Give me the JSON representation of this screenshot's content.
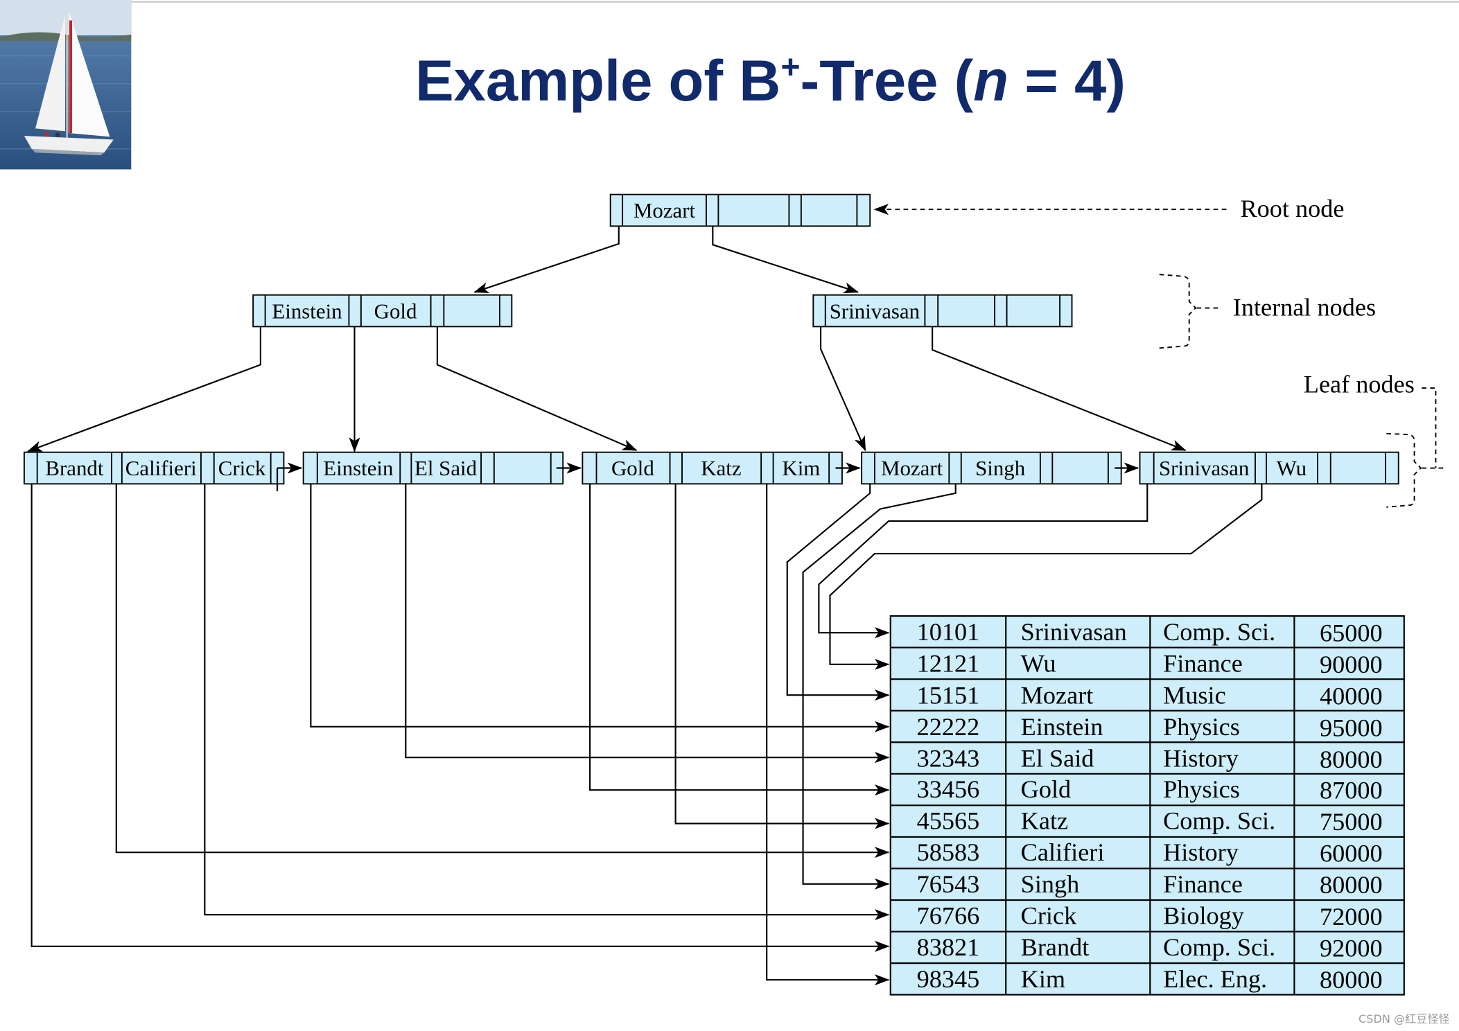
{
  "title": {
    "prefix": "Example of B",
    "sup": "+",
    "mid": "-Tree (",
    "var": "n",
    "suffix": " = 4)"
  },
  "tree": {
    "root": {
      "keys": [
        "Mozart"
      ]
    },
    "internal": [
      {
        "keys": [
          "Einstein",
          "Gold"
        ]
      },
      {
        "keys": [
          "Srinivasan"
        ]
      }
    ],
    "leaves": [
      {
        "keys": [
          "Brandt",
          "Califieri",
          "Crick"
        ]
      },
      {
        "keys": [
          "Einstein",
          "El Said"
        ]
      },
      {
        "keys": [
          "Gold",
          "Katz",
          "Kim"
        ]
      },
      {
        "keys": [
          "Mozart",
          "Singh"
        ]
      },
      {
        "keys": [
          "Srinivasan",
          "Wu"
        ]
      }
    ]
  },
  "annotations": {
    "root": "Root node",
    "internal": "Internal nodes",
    "leaf": "Leaf nodes"
  },
  "table": {
    "rows": [
      {
        "id": "10101",
        "name": "Srinivasan",
        "dept": "Comp. Sci.",
        "salary": "65000"
      },
      {
        "id": "12121",
        "name": "Wu",
        "dept": "Finance",
        "salary": "90000"
      },
      {
        "id": "15151",
        "name": "Mozart",
        "dept": "Music",
        "salary": "40000"
      },
      {
        "id": "22222",
        "name": "Einstein",
        "dept": "Physics",
        "salary": "95000"
      },
      {
        "id": "32343",
        "name": "El Said",
        "dept": "History",
        "salary": "80000"
      },
      {
        "id": "33456",
        "name": "Gold",
        "dept": "Physics",
        "salary": "87000"
      },
      {
        "id": "45565",
        "name": "Katz",
        "dept": "Comp. Sci.",
        "salary": "75000"
      },
      {
        "id": "58583",
        "name": "Califieri",
        "dept": "History",
        "salary": "60000"
      },
      {
        "id": "76543",
        "name": "Singh",
        "dept": "Finance",
        "salary": "80000"
      },
      {
        "id": "76766",
        "name": "Crick",
        "dept": "Biology",
        "salary": "72000"
      },
      {
        "id": "83821",
        "name": "Brandt",
        "dept": "Comp. Sci.",
        "salary": "92000"
      },
      {
        "id": "98345",
        "name": "Kim",
        "dept": "Elec. Eng.",
        "salary": "80000"
      }
    ]
  },
  "watermark": "CSDN @红豆怪怪",
  "colors": {
    "node_fill": "#cdeefa",
    "title": "#112a6c",
    "sea": "#3a6492"
  },
  "icons": {
    "logo": "sailboat-photo"
  }
}
